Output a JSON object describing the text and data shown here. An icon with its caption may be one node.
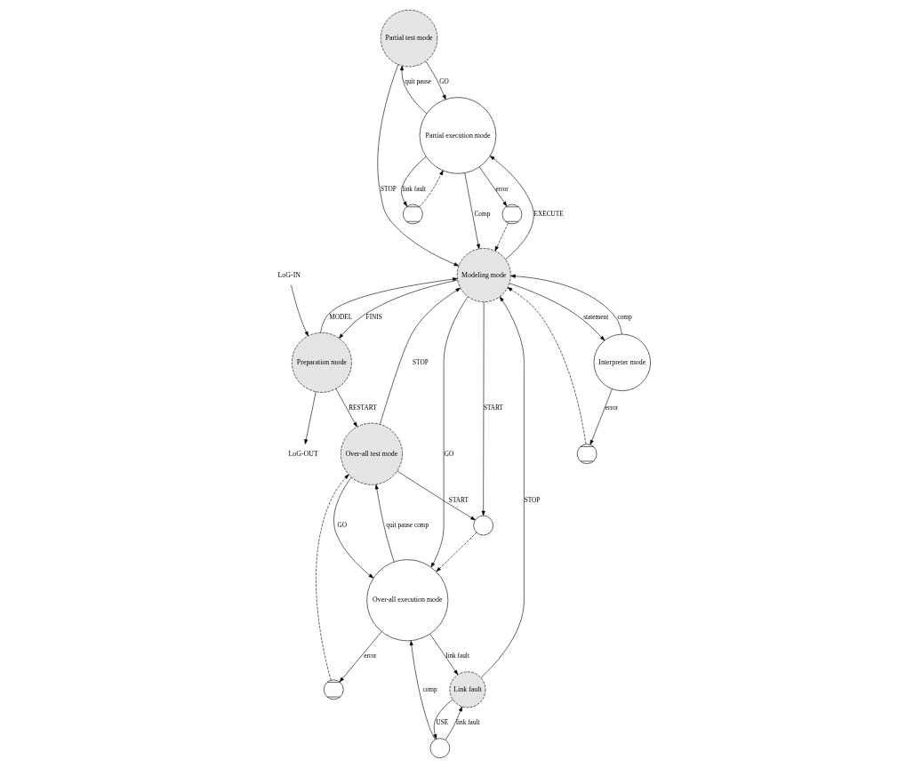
{
  "diagram": {
    "nodes": [
      {
        "text": [
          "Partial test mode"
        ]
      },
      {
        "text": [
          "LoG-IN"
        ]
      },
      {
        "text": [
          "Preparation mode"
        ]
      },
      {
        "text": [
          "LoG-OUT"
        ]
      },
      {
        "text": [
          "Partial execution mode"
        ]
      },
      {
        "text": [],
        "shape": "circle"
      },
      {
        "text": [],
        "shape": "circle"
      },
      {
        "text": [
          "Modeling mode"
        ]
      },
      {
        "text": [
          "Over-all test mode"
        ]
      },
      {
        "text": [],
        "shape": "circle"
      },
      {
        "text": [
          "Interpreter mode"
        ]
      },
      {
        "text": [],
        "shape": "circle"
      },
      {
        "text": [],
        "shape": "circle"
      },
      {
        "text": [
          "Over-all execution mode"
        ]
      },
      {
        "text": [
          "Link fault"
        ]
      },
      {
        "text": [],
        "shape": "circle"
      }
    ],
    "edges": [
      {
        "from": 1,
        "to": 2,
        "arrow": "to"
      },
      {
        "from": 2,
        "to": 3,
        "arrow": "to"
      },
      {
        "from": 0,
        "to": 4,
        "arrow": "to",
        "label": "GO"
      },
      {
        "from": 4,
        "to": 0,
        "arrow": "to",
        "label": "quit pause"
      },
      {
        "from": 4,
        "to": 5,
        "arrow": "to",
        "label": "error"
      },
      {
        "from": 5,
        "to": 7,
        "arrow": "to",
        "style": "dashed"
      },
      {
        "from": 7,
        "to": 4,
        "arrow": "to",
        "label": "EXECUTE"
      },
      {
        "from": 4,
        "to": 7,
        "arrow": "to",
        "label": "Comp"
      },
      {
        "from": 6,
        "to": 4,
        "arrow": "to",
        "style": "dashed"
      },
      {
        "from": 4,
        "to": 6,
        "arrow": "to",
        "label": "link fault"
      },
      {
        "from": 0,
        "to": 7,
        "arrow": "to",
        "label": "STOP"
      },
      {
        "from": 7,
        "to": 2,
        "arrow": "to",
        "label": "FINIS"
      },
      {
        "from": 2,
        "to": 7,
        "arrow": "to",
        "label": "MODEL"
      },
      {
        "from": 2,
        "to": 8,
        "arrow": "to",
        "label": "RESTART"
      },
      {
        "from": 8,
        "to": 7,
        "arrow": "to",
        "label": "STOP"
      },
      {
        "from": 9,
        "to": 7,
        "arrow": "to",
        "style": "dashed"
      },
      {
        "from": 7,
        "to": 10,
        "arrow": "to",
        "label": "statement"
      },
      {
        "from": 10,
        "to": 7,
        "arrow": "to",
        "label": "comp"
      },
      {
        "from": 10,
        "to": 9,
        "arrow": "to",
        "label": "error"
      },
      {
        "from": 7,
        "to": 11,
        "arrow": "to",
        "label": "START"
      },
      {
        "from": 8,
        "to": 11,
        "arrow": "to",
        "label": "START"
      },
      {
        "from": 11,
        "to": 13,
        "arrow": "to",
        "style": "dashed"
      },
      {
        "from": 7,
        "to": 13,
        "arrow": "to",
        "label": "GO"
      },
      {
        "from": 8,
        "to": 13,
        "arrow": "to",
        "label": "GO"
      },
      {
        "from": 13,
        "to": 8,
        "arrow": "to",
        "label": "quit pause comp"
      },
      {
        "from": 13,
        "to": 12,
        "arrow": "to",
        "label": "error"
      },
      {
        "from": 12,
        "to": 8,
        "arrow": "to",
        "style": "dashed"
      },
      {
        "from": 13,
        "to": 14,
        "arrow": "to",
        "label": "link fault"
      },
      {
        "from": 14,
        "to": 7,
        "arrow": "to",
        "label": "STOP"
      },
      {
        "from": 15,
        "to": 14,
        "arrow": "to",
        "label": "link fault"
      },
      {
        "from": 14,
        "to": 15,
        "arrow": "to",
        "label": "USE"
      },
      {
        "from": 15,
        "to": 13,
        "arrow": "to",
        "label": "comp"
      }
    ]
  }
}
